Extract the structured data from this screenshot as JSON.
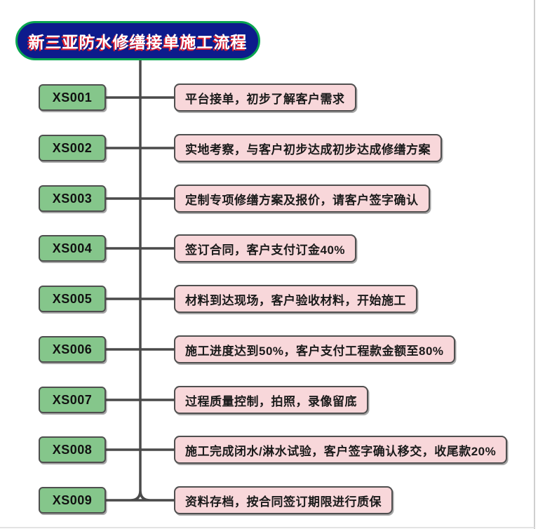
{
  "title": {
    "text": "新三亚防水修缮接单施工流程"
  },
  "colors": {
    "title_fill": "#0d1b8c",
    "title_border": "#0aa550",
    "title_text": "#ffffff",
    "title_text_shadow": "#e01f2d",
    "line": "#4a4a4a",
    "step_fill": "#85c68b",
    "step_border": "#4f4f4f",
    "desc_fill": "#f8d7da",
    "desc_border": "#4f4f4f",
    "text": "#1a1a1a",
    "page_edge": "#cfcfcf",
    "page_edge_soft": "#e3e3e3"
  },
  "steps": [
    {
      "code": "XS001",
      "desc": "平台接单，初步了解客户需求"
    },
    {
      "code": "XS002",
      "desc": "实地考察，与客户初步达成初步达成修缮方案"
    },
    {
      "code": "XS003",
      "desc": "定制专项修缮方案及报价，请客户签字确认"
    },
    {
      "code": "XS004",
      "desc": "签订合同，客户支付订金40%"
    },
    {
      "code": "XS005",
      "desc": "材料到达现场，客户验收材料，开始施工"
    },
    {
      "code": "XS006",
      "desc": "施工进度达到50%，客户支付工程款金额至80%"
    },
    {
      "code": "XS007",
      "desc": "过程质量控制，拍照，录像留底"
    },
    {
      "code": "XS008",
      "desc": "施工完成闭水/淋水试验，客户签字确认移交，收尾款20%"
    },
    {
      "code": "XS009",
      "desc": "资料存档，按合同签订期限进行质保"
    }
  ]
}
